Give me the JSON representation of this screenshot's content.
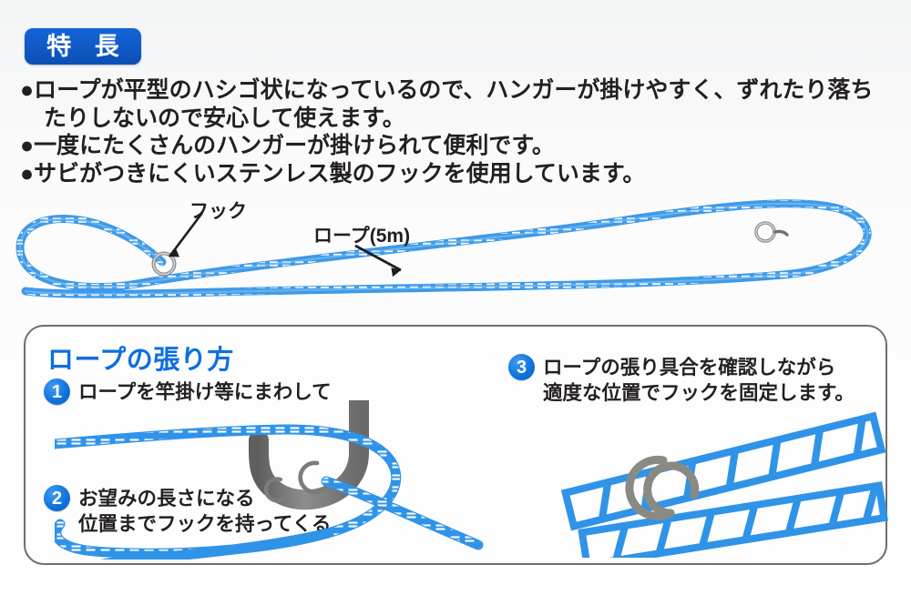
{
  "features_section": {
    "badge_label": "特 長",
    "bullets": [
      {
        "lines": [
          "●ロープが平型のハシゴ状になっているので、ハンガーが掛けやすく、ずれたり落ち",
          "たりしないので安心して使えます。"
        ]
      },
      {
        "lines": [
          "●一度にたくさんのハンガーが掛けられて便利です。"
        ]
      },
      {
        "lines": [
          "●サビがつきにくいステンレス製のフックを使用しています。"
        ]
      }
    ],
    "flat_lines": [
      "●ロープが平型のハシゴ状になっているので、ハンガーが掛けやすく、ずれたり落ち",
      "たりしないので安心して使えます。",
      "●一度にたくさんのハンガーが掛けられて便利です。",
      "●サビがつきにくいステンレス製のフックを使用しています。"
    ]
  },
  "rope_diagram": {
    "callouts": [
      {
        "label": "フック"
      },
      {
        "label": "ロープ(5m)"
      }
    ],
    "rope_color": "#3d9ae8",
    "rope_highlight": "#ffffff",
    "hook_color": "#8a8a8a"
  },
  "instructions_panel": {
    "title": "ロープの張り方",
    "steps": [
      {
        "number": "1",
        "lines": [
          "ロープを竿掛け等にまわして"
        ]
      },
      {
        "number": "2",
        "lines": [
          "お望みの長さになる",
          "位置までフックを持ってくる"
        ]
      },
      {
        "number": "3",
        "lines": [
          "ロープの張り具合を確認しながら",
          "適度な位置でフックを固定します。"
        ]
      }
    ],
    "accent_color": "#0d6fe0",
    "border_color": "#6e6e6e"
  }
}
